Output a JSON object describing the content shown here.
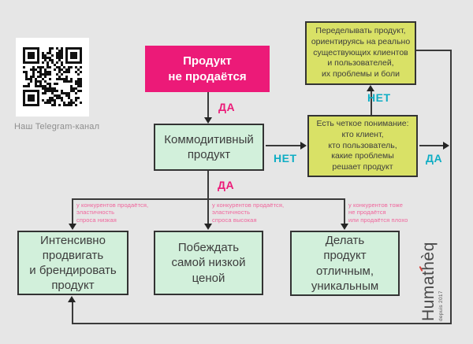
{
  "colors": {
    "background": "#e6e6e6",
    "accent_pink": "#ec1a78",
    "accent_cyan": "#0fadc4",
    "node_green": "#d2f0db",
    "node_yellow": "#d9e166",
    "line": "#3a3a3a"
  },
  "qr": {
    "caption": "Наш Telegram-канал"
  },
  "nodes": {
    "start": "Продукт\nне продаётся",
    "commodity": "Коммодитивный\nпродукт",
    "understanding": "Есть четкое понимание:\nкто клиент,\nкто пользователь,\nкакие проблемы\nрешает продукт",
    "redo": "Переделывать продукт,\nориентируясь на реально\nсуществующих клиентов\nи пользователей,\nих проблемы и боли",
    "promote": "Интенсивно\nпродвигать\nи брендировать\nпродукт",
    "price": "Побеждать\nсамой низкой\nценой",
    "unique": "Делать\nпродукт\nотличным,\nуникальным"
  },
  "edge_labels": {
    "start_yes": "ДА",
    "commodity_no": "НЕТ",
    "commodity_yes": "ДА",
    "understanding_no": "НЕТ",
    "understanding_yes": "ДА"
  },
  "branch_notes": {
    "left": "у конкурентов продаётся,\nэластичность\nспроса низкая",
    "middle": "у конкурентов продаётся,\nэластичность\nспроса высокая",
    "right": "у конкурентов тоже\nне продаётся\nили продаётся плохо"
  },
  "logo": {
    "brand": "Humathèq",
    "since": "depuis 2017"
  }
}
